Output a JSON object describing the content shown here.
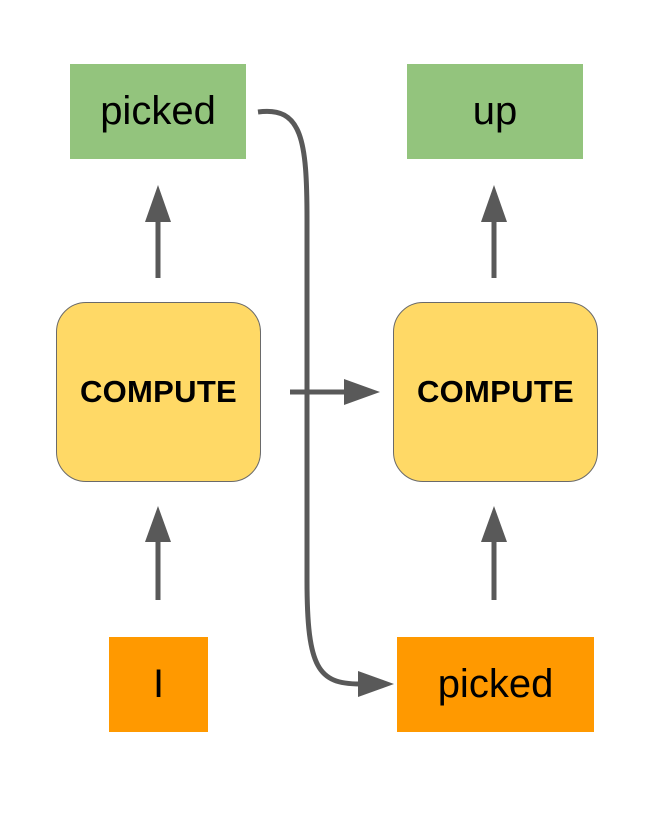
{
  "colors": {
    "output_box": "#93c47d",
    "compute_box": "#ffd966",
    "input_box": "#ff9900",
    "arrow": "#595959"
  },
  "left_column": {
    "output_token": "picked",
    "compute_label": "COMPUTE",
    "input_token": "I"
  },
  "right_column": {
    "output_token": "up",
    "compute_label": "COMPUTE",
    "input_token": "picked"
  }
}
